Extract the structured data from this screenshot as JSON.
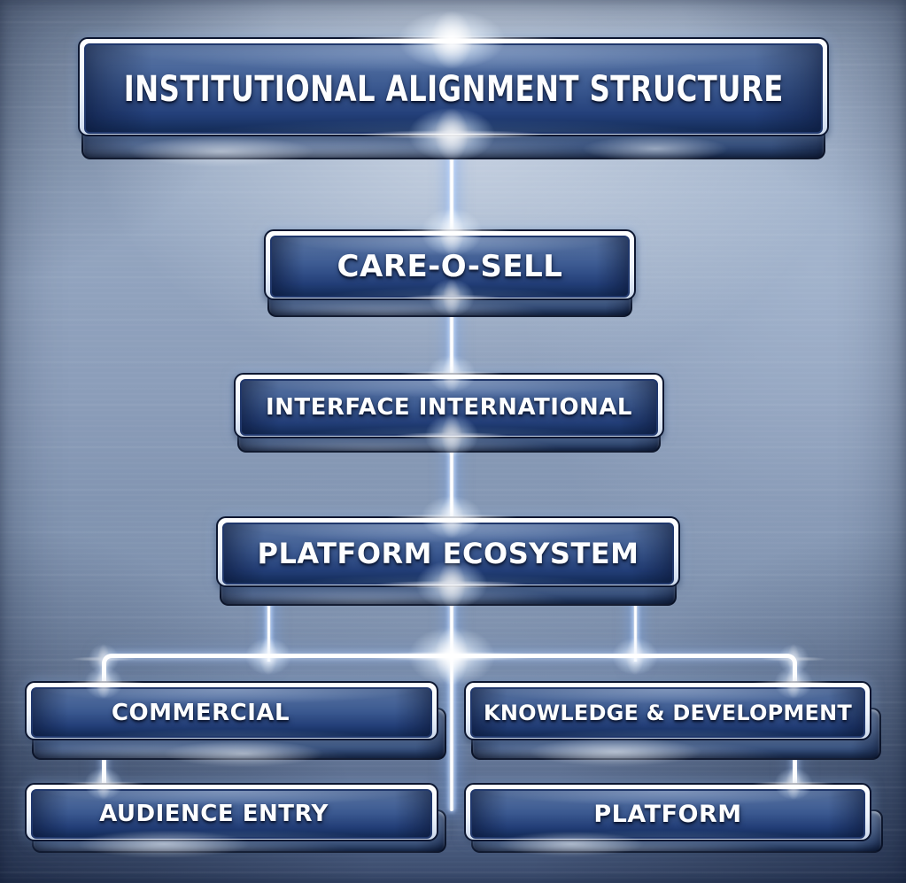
{
  "diagram": {
    "type": "org-chart",
    "nodes": [
      {
        "id": "institutional-alignment-structure",
        "label": "INSTITUTIONAL ALIGNMENT STRUCTURE",
        "level": 1
      },
      {
        "id": "care-o-sell",
        "label": "CARE-O-SELL",
        "level": 2
      },
      {
        "id": "interface-international",
        "label": "INTERFACE INTERNATIONAL",
        "level": 3
      },
      {
        "id": "platform-ecosystem",
        "label": "PLATFORM ECOSYSTEM",
        "level": 4
      },
      {
        "id": "commercial",
        "label": "COMMERCIAL",
        "level": 5
      },
      {
        "id": "knowledge-development",
        "label": "KNOWLEDGE & DEVELOPMENT",
        "level": 5
      },
      {
        "id": "audience-entry",
        "label": "AUDIENCE ENTRY",
        "level": 6
      },
      {
        "id": "platform",
        "label": "PLATFORM",
        "level": 6
      }
    ],
    "edges": [
      [
        "institutional-alignment-structure",
        "care-o-sell"
      ],
      [
        "care-o-sell",
        "interface-international"
      ],
      [
        "interface-international",
        "platform-ecosystem"
      ],
      [
        "platform-ecosystem",
        "commercial"
      ],
      [
        "platform-ecosystem",
        "knowledge-development"
      ],
      [
        "platform-ecosystem",
        "audience-entry"
      ],
      [
        "platform-ecosystem",
        "platform"
      ]
    ],
    "colors": {
      "background": "#8a9cb8",
      "background_dark_corner": "#2f3f5e",
      "box_face_top": "#5e7aa9",
      "box_face_bottom": "#17315f",
      "box_frame": "#f2f7ff",
      "box_outline": "#0c1630",
      "connector": "#ffffff",
      "connector_glow": "#9cc0f0",
      "text": "#fdfeff"
    }
  }
}
